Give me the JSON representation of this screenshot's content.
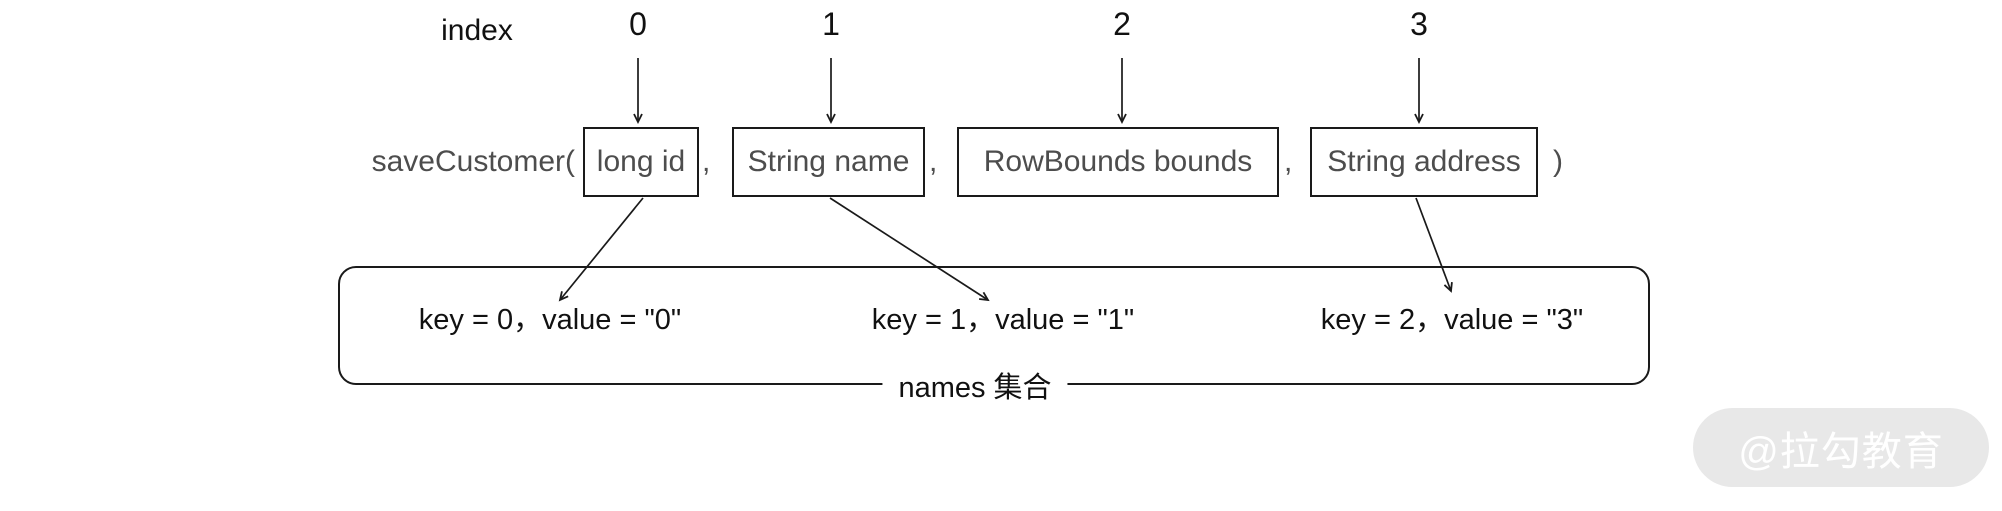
{
  "index_row": {
    "label": "index",
    "indices": [
      "0",
      "1",
      "2",
      "3"
    ]
  },
  "signature": {
    "prefix": "saveCustomer(",
    "params": [
      "long id",
      "String name",
      "RowBounds bounds",
      "String address"
    ],
    "comma": ",",
    "close_paren": ")"
  },
  "names_collection": {
    "entries": [
      "key = 0，value = \"0\"",
      "key = 1，value = \"1\"",
      "key = 2，value = \"3\""
    ],
    "label": "names 集合"
  },
  "watermark": {
    "text": "@拉勾教育",
    "bg_color": "#e8e8e8",
    "text_color": "#ffffff"
  },
  "colors": {
    "background": "#ffffff",
    "line": "#1a1a1a",
    "box_border": "#1a1a1a",
    "signature_text": "#4d4d4d",
    "label_text": "#111111"
  }
}
